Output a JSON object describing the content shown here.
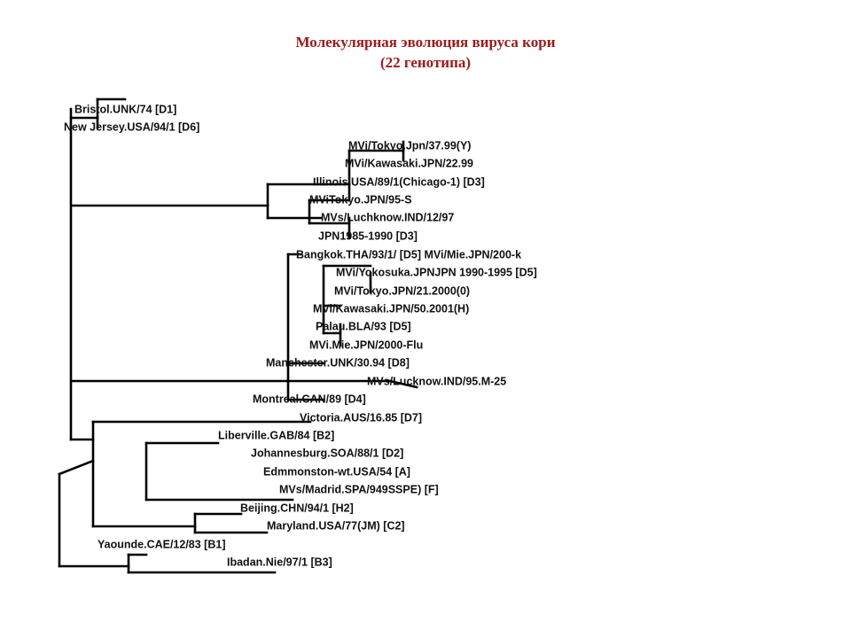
{
  "title": {
    "line1": "Молекулярная эволюция вируса кори",
    "line2": "(22 генотипа)",
    "color": "#9b1b1b"
  },
  "tree": {
    "leaves": [
      {
        "id": "L01",
        "label": "Bristol.UNK/74 [D1]"
      },
      {
        "id": "L02",
        "label": "New Jersey.USA/94/1 [D6]"
      },
      {
        "id": "L03",
        "label": "MVi/Tokyo.Jpn/37.99(Y)"
      },
      {
        "id": "L04",
        "label": "MVi/Kawasaki.JPN/22.99"
      },
      {
        "id": "L05",
        "label": "Illinois.USA/89/1(Chicago-1) [D3]"
      },
      {
        "id": "L06",
        "label": "MViTokyo.JPN/95-S"
      },
      {
        "id": "L07",
        "label": "MVs/Luchknow.IND/12/97"
      },
      {
        "id": "L08",
        "label": "JPN1985-1990 [D3]"
      },
      {
        "id": "L09",
        "label": "Bangkok.THA/93/1/ [D5]  MVi/Mie.JPN/200-k"
      },
      {
        "id": "L10",
        "label": "MVi/Yokosuka.JPNJPN 1990-1995 [D5]"
      },
      {
        "id": "L11",
        "label": "MVi/Tokyo.JPN/21.2000(0)"
      },
      {
        "id": "L12",
        "label": "MVi/Kawasaki.JPN/50.2001(H)"
      },
      {
        "id": "L13",
        "label": "Palau.BLA/93 [D5]"
      },
      {
        "id": "L14",
        "label": "MVi.Mie.JPN/2000-Flu"
      },
      {
        "id": "L15",
        "label": "Manchester.UNK/30.94 [D8]"
      },
      {
        "id": "L16",
        "label": "MVs/Lucknow.IND/95.M-25"
      },
      {
        "id": "L17",
        "label": "Montreal.CAN/89 [D4]"
      },
      {
        "id": "L18",
        "label": "Victoria.AUS/16.85  [D7]"
      },
      {
        "id": "L19",
        "label": "Liberville.GAB/84 [B2]"
      },
      {
        "id": "L20",
        "label": "Johannesburg.SOA/88/1 [D2]"
      },
      {
        "id": "L21",
        "label": "Edmmonston-wt.USA/54 [A]"
      },
      {
        "id": "L22",
        "label": "MVs/Madrid.SPA/949SSPE) [F]"
      },
      {
        "id": "L23",
        "label": "Beijing.CHN/94/1 [H2]"
      },
      {
        "id": "L24",
        "label": "Maryland.USA/77(JM) [C2]"
      },
      {
        "id": "L25",
        "label": "Yaounde.CAE/12/83 [B1]"
      },
      {
        "id": "L26",
        "label": "Ibadan.Nie/97/1  [B3]"
      }
    ]
  }
}
